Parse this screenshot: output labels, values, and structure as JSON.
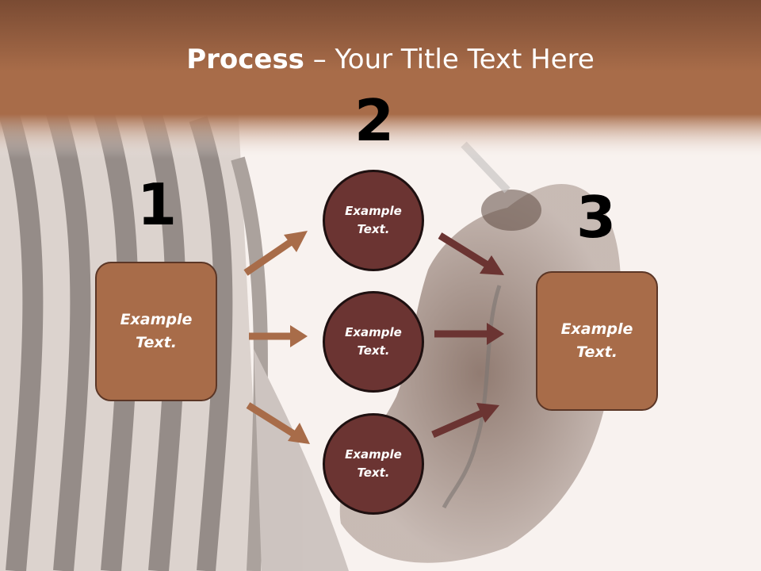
{
  "title": {
    "bold": "Process",
    "rest": " – Your Title Text Here"
  },
  "steps": {
    "one": "1",
    "two": "2",
    "three": "3"
  },
  "left_box": {
    "line1": "Example",
    "line2": "Text."
  },
  "right_box": {
    "line1": "Example",
    "line2": "Text."
  },
  "circles": [
    {
      "line1": "Example",
      "line2": "Text."
    },
    {
      "line1": "Example",
      "line2": "Text."
    },
    {
      "line1": "Example",
      "line2": "Text."
    }
  ],
  "colors": {
    "header": "#a86c49",
    "box_fill": "#a86c49",
    "circle_fill": "#6b3432",
    "arrow_in": "#a86c49",
    "arrow_out": "#6b3432"
  }
}
